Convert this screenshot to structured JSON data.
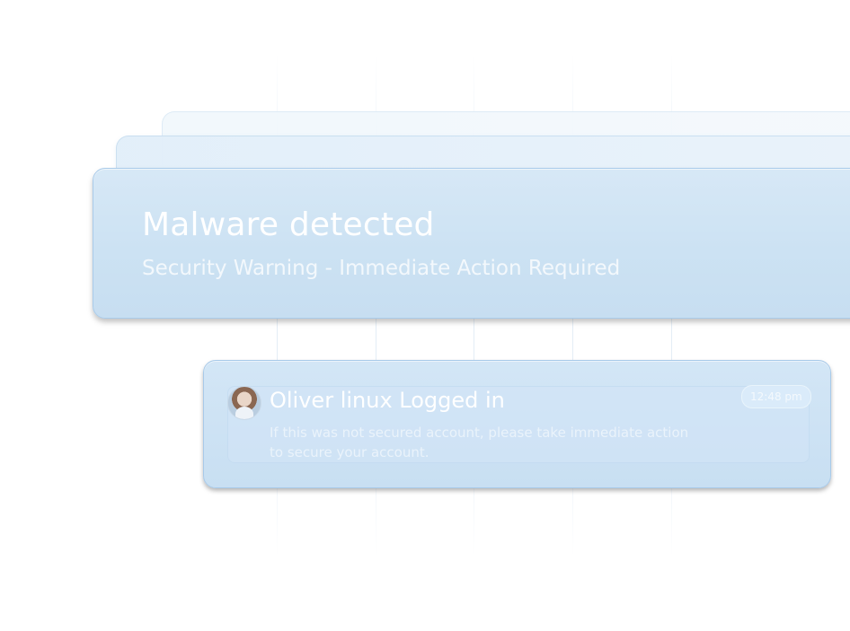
{
  "alert": {
    "title": "Malware detected",
    "subtitle": "Security Warning - Immediate Action Required"
  },
  "login_notification": {
    "title": "Oliver linux Logged in",
    "time": "12:48 pm",
    "body": "If this was not secured account, please take immediate action to secure your account."
  },
  "colors": {
    "card_fill": "#cce2f3",
    "card_border": "#a9cbea",
    "text": "#ffffff"
  }
}
